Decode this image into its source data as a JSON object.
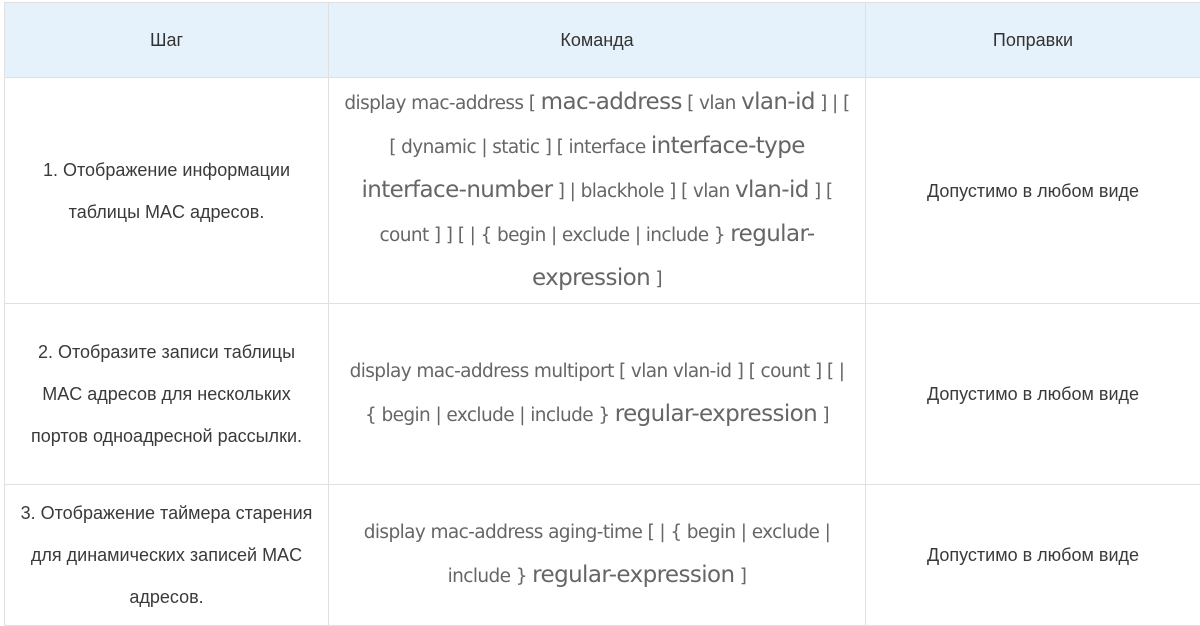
{
  "table": {
    "headers": [
      "Шаг",
      "Команда",
      "Поправки"
    ],
    "rows": [
      {
        "step": "1. Отображение информации таблицы MAC адресов.",
        "command": [
          {
            "t": "display mac-address [",
            "s": "k"
          },
          {
            "t": "mac-address",
            "s": "p"
          },
          {
            "t": "[ vlan",
            "s": "k"
          },
          {
            "t": "vlan-id",
            "s": "p"
          },
          {
            "t": "] | [ [ dynamic | static ] [ interface",
            "s": "k"
          },
          {
            "t": "interface-type interface-number",
            "s": "p"
          },
          {
            "t": "] | blackhole ] [ vlan",
            "s": "k"
          },
          {
            "t": "vlan-id",
            "s": "p"
          },
          {
            "t": "] [ count ] ] [ | { begin | exclude | include }",
            "s": "k"
          },
          {
            "t": "regular-expression",
            "s": "p"
          },
          {
            "t": "]",
            "s": "k"
          }
        ],
        "remark": "Допустимо в любом виде"
      },
      {
        "step": "2. Отобразите записи таблицы MAC адресов для нескольких портов одноадресной рассылки.",
        "command": [
          {
            "t": "display mac-address multiport [ vlan vlan-id ] [ count ] [ | { begin | exclude | include }",
            "s": "k"
          },
          {
            "t": "regular-expression",
            "s": "p"
          },
          {
            "t": "]",
            "s": "k"
          }
        ],
        "remark": "Допустимо в любом виде"
      },
      {
        "step": "3. Отображение таймера старения для динамических записей MAC адресов.",
        "command": [
          {
            "t": "display mac-address aging-time [ | { begin | exclude | include }",
            "s": "k"
          },
          {
            "t": "regular-expression",
            "s": "p"
          },
          {
            "t": "]",
            "s": "k"
          }
        ],
        "remark": "Допустимо в любом виде"
      }
    ]
  }
}
